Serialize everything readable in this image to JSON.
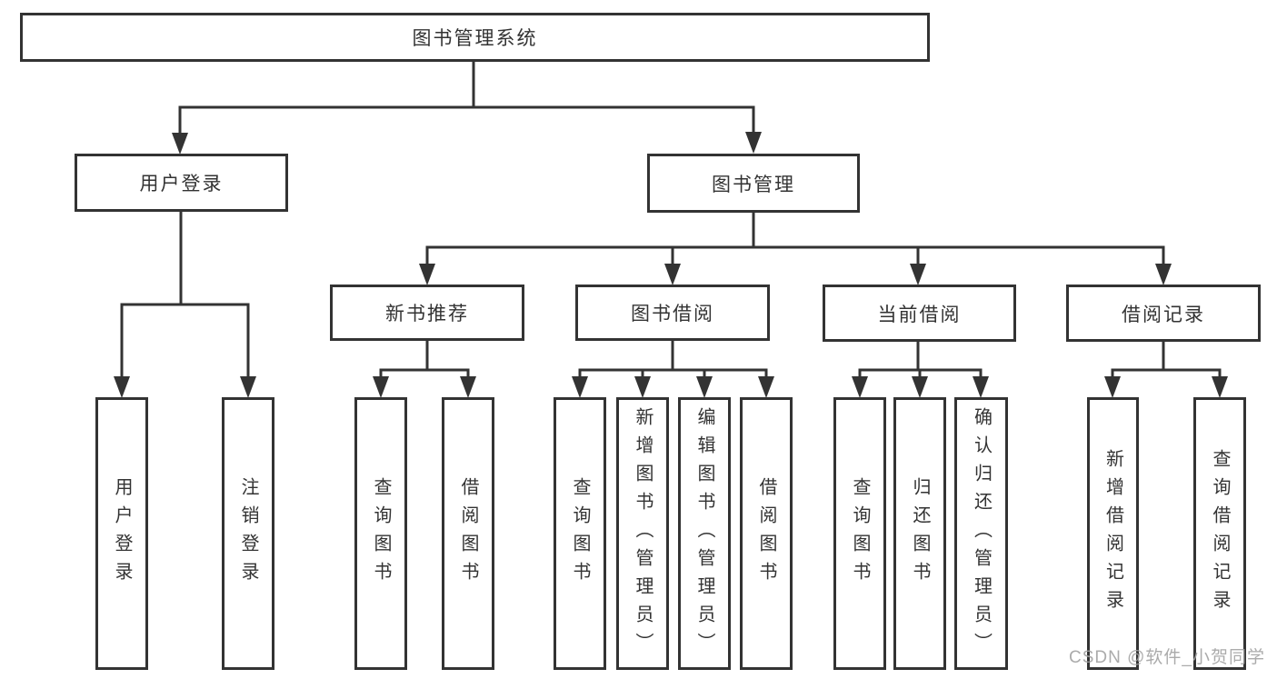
{
  "tree": {
    "label": "图书管理系统",
    "children": [
      {
        "label": "用户登录",
        "children": [
          {
            "label": "用户登录"
          },
          {
            "label": "注销登录"
          }
        ]
      },
      {
        "label": "图书管理",
        "children": [
          {
            "label": "新书推荐",
            "children": [
              {
                "label": "查询图书"
              },
              {
                "label": "借阅图书"
              }
            ]
          },
          {
            "label": "图书借阅",
            "children": [
              {
                "label": "查询图书"
              },
              {
                "label": "新增图书（管理员）"
              },
              {
                "label": "编辑图书（管理员）"
              },
              {
                "label": "借阅图书"
              }
            ]
          },
          {
            "label": "当前借阅",
            "children": [
              {
                "label": "查询图书"
              },
              {
                "label": "归还图书"
              },
              {
                "label": "确认归还（管理员）"
              }
            ]
          },
          {
            "label": "借阅记录",
            "children": [
              {
                "label": "新增借阅记录"
              },
              {
                "label": "查询借阅记录"
              }
            ]
          }
        ]
      }
    ]
  },
  "watermark": "CSDN @软件_小贺同学",
  "colors": {
    "line": "#333333",
    "text": "#333333",
    "box_background": "#ffffff",
    "watermark": "#a2a2a2",
    "background": "#ffffff"
  }
}
